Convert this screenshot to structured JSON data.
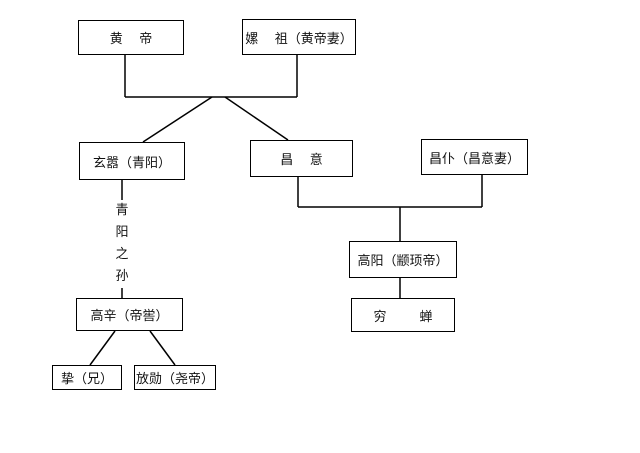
{
  "nodes": {
    "huangdi": "黄    帝",
    "leizu": "嫘    祖（黄帝妻）",
    "xuanxiao": "玄嚣（青阳）",
    "changyi": "昌    意",
    "changpu": "昌仆（昌意妻）",
    "gaoxin": "高辛（帝喾）",
    "gaoyang": "高阳（颛顼帝）",
    "qiongchan": "穷        蝉",
    "zhi": "挚（兄）",
    "fangxun": "放勋（尧帝）"
  },
  "edge_label": [
    "青",
    "阳",
    "之",
    "孙"
  ]
}
